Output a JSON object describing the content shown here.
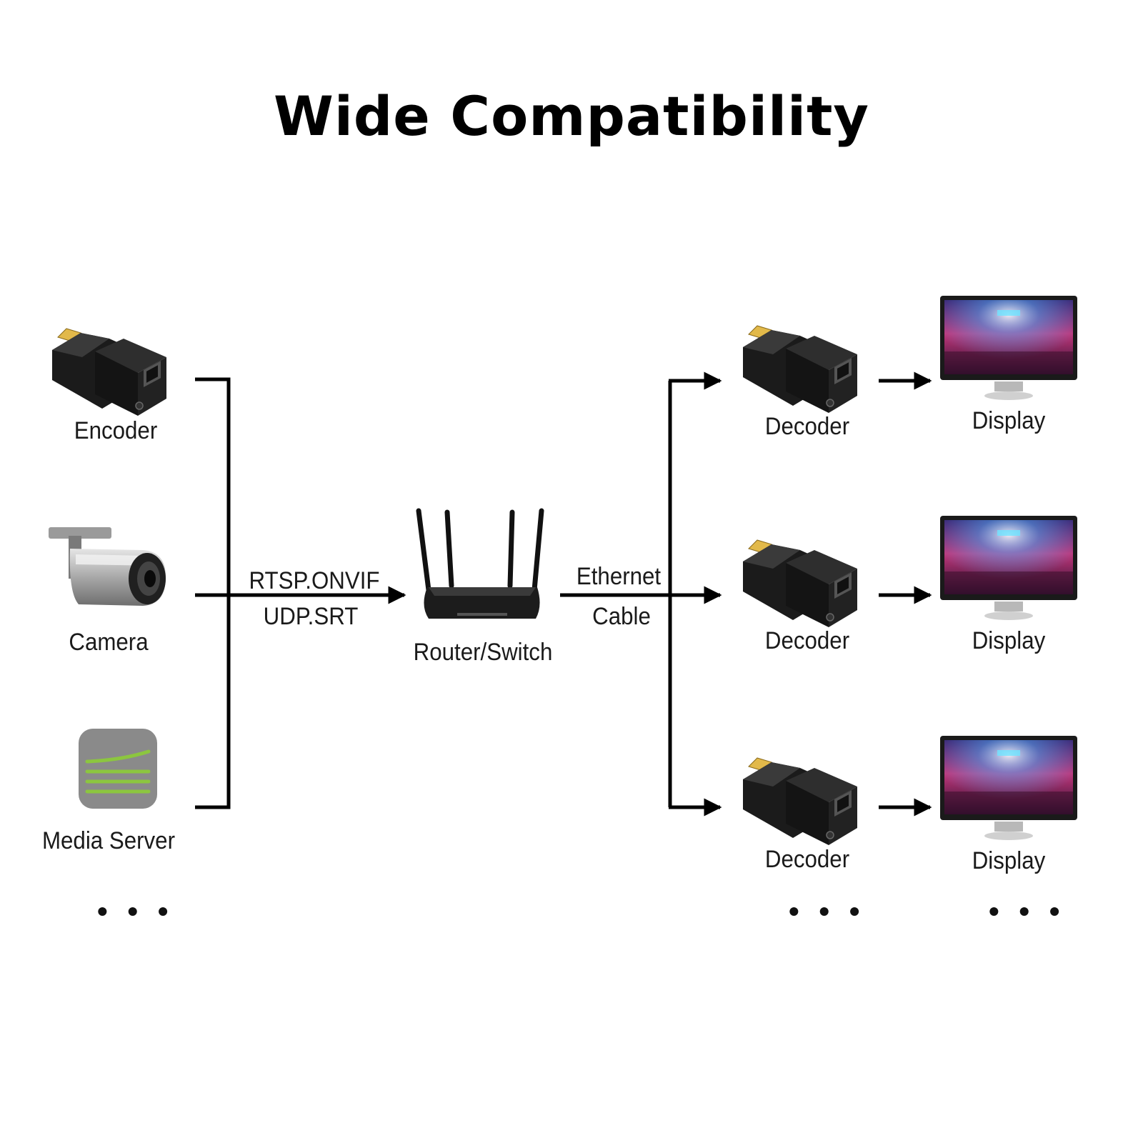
{
  "title": "Wide Compatibility",
  "sources": {
    "encoder_label": "Encoder",
    "camera_label": "Camera",
    "media_server_label": "Media Server",
    "more": "• • •"
  },
  "protocols": {
    "line1": "RTSP.ONVIF",
    "line2": "UDP.SRT"
  },
  "router": {
    "label": "Router/Switch"
  },
  "cable": {
    "line1": "Ethernet",
    "line2": "Cable"
  },
  "outputs": {
    "decoder_labels": [
      "Decoder",
      "Decoder",
      "Decoder"
    ],
    "display_labels": [
      "Display",
      "Display",
      "Display"
    ],
    "decoder_more": "• • •",
    "display_more": "• • •"
  },
  "colors": {
    "line": "#000000",
    "device": "#1b1b1b",
    "connector": "#e2b94a",
    "media_icon_bg": "#8a8a8a",
    "media_icon_lines": "#8cc63f"
  },
  "icons": [
    "encoder-dongle-icon",
    "camera-icon",
    "media-server-icon",
    "router-icon",
    "decoder-dongle-icon",
    "monitor-icon"
  ]
}
